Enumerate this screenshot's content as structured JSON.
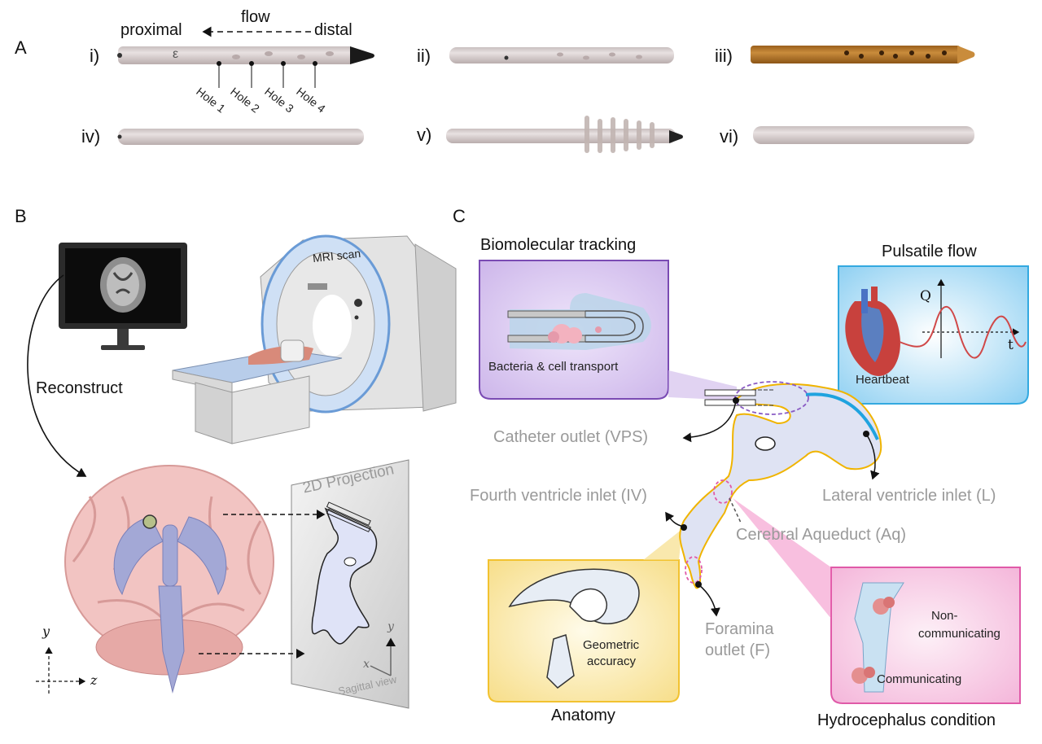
{
  "panelA": {
    "letter": "A",
    "flow_label": "flow",
    "proximal_label": "proximal",
    "distal_label": "distal",
    "catheters": [
      {
        "id": "i)"
      },
      {
        "id": "ii)"
      },
      {
        "id": "iii)"
      },
      {
        "id": "iv)"
      },
      {
        "id": "v)"
      },
      {
        "id": "vi)"
      }
    ],
    "catheter_marking": "ε",
    "holes": [
      "Hole 1",
      "Hole 2",
      "Hole 3",
      "Hole 4"
    ]
  },
  "panelB": {
    "letter": "B",
    "reconstruct_label": "Reconstruct",
    "mri_label": "MRI scan",
    "projection_label": "2D Projection",
    "sagittal_label": "Sagittal view",
    "axis_y": "y",
    "axis_z": "z",
    "axis_x": "x"
  },
  "panelC": {
    "letter": "C",
    "biomolecular": {
      "title": "Biomolecular tracking",
      "caption": "Bacteria & cell transport"
    },
    "pulsatile": {
      "title": "Pulsatile flow",
      "q_label": "Q",
      "t_label": "t",
      "heartbeat": "Heartbeat"
    },
    "anatomy": {
      "title": "Anatomy",
      "caption_line1": "Geometric",
      "caption_line2": "accuracy"
    },
    "hydro": {
      "title": "Hydrocephalus condition",
      "noncomm_line1": "Non-",
      "noncomm_line2": "communicating",
      "comm": "Communicating"
    },
    "labels": {
      "catheter_outlet": "Catheter outlet (VPS)",
      "fourth_ventricle": "Fourth ventricle inlet (IV)",
      "lateral_ventricle": "Lateral ventricle inlet (L)",
      "aqueduct": "Cerebral Aqueduct (Aq)",
      "foramina_line1": "Foramina",
      "foramina_line2": "outlet (F)"
    }
  },
  "colors": {
    "catheter_gray": "#d8cfcf",
    "catheter_brown": "#b5782e",
    "ventricle_fill": "#dfe3f3",
    "ventricle_outline": "#f0b400",
    "purple_box": "#7a4bb3",
    "blue_box": "#33a9e0",
    "yellow_box": "#f2c230",
    "pink_box": "#e05aa8"
  }
}
